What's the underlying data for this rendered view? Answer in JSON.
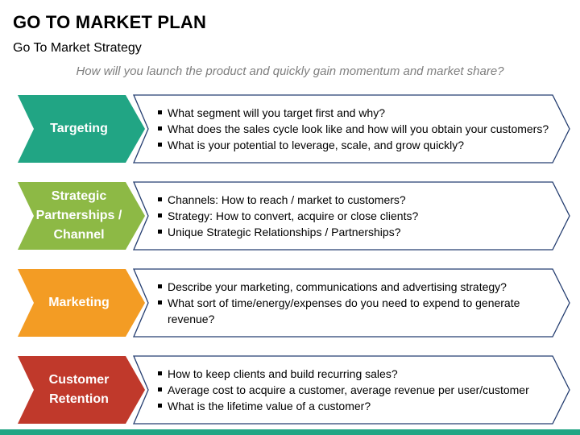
{
  "header": {
    "title": "GO TO MARKET PLAN",
    "subtitle": "Go To Market Strategy",
    "question": "How will you launch the product and quickly gain momentum and market share?"
  },
  "colors": {
    "targeting": "#21a584",
    "partnerships": "#8db945",
    "marketing": "#f39c24",
    "retention": "#c0392b",
    "outline": "#243d70",
    "bottom_bar": "#21a584"
  },
  "rows": [
    {
      "label": "Targeting",
      "bullets": [
        "What segment will you target first and why?",
        "What does the sales cycle look like and how will you obtain your customers?",
        "What is your potential to leverage, scale, and grow quickly?"
      ]
    },
    {
      "label": "Strategic Partnerships / Channel",
      "bullets": [
        "Channels: How to reach / market to customers?",
        "Strategy: How to convert, acquire or close clients?",
        "Unique Strategic Relationships / Partnerships?"
      ]
    },
    {
      "label": "Marketing",
      "bullets": [
        "Describe your marketing, communications and advertising strategy?",
        "What sort of time/energy/expenses do you need to expend to generate revenue?"
      ]
    },
    {
      "label": "Customer Retention",
      "bullets": [
        "How to keep clients and build recurring sales?",
        "Average cost to acquire a customer, average revenue per user/customer",
        "What is the lifetime value of a customer?"
      ]
    }
  ]
}
